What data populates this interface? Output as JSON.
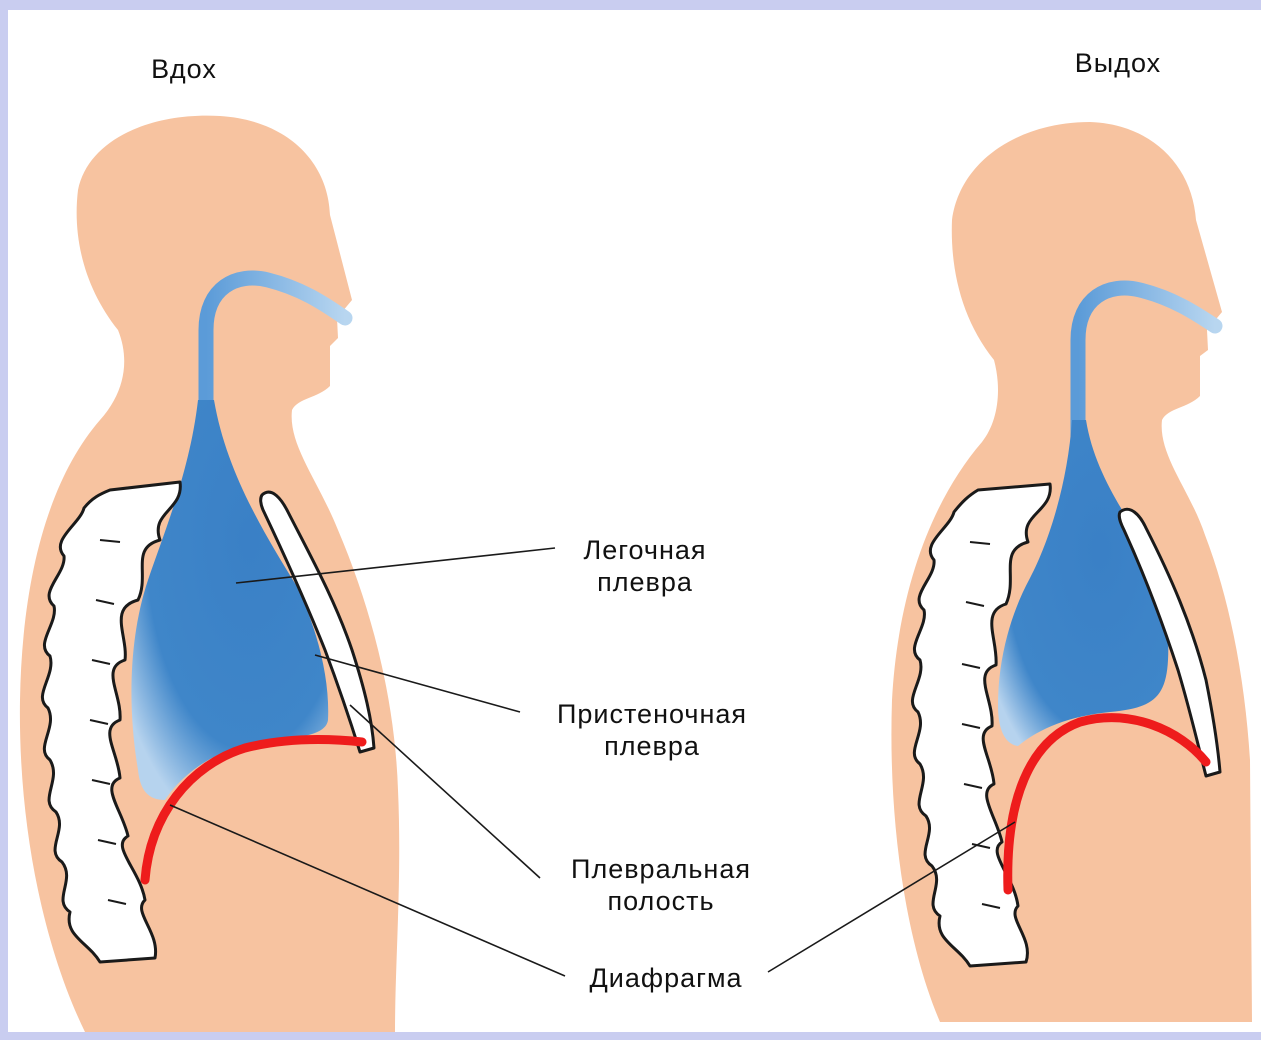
{
  "titles": {
    "inhale": "Вдох",
    "exhale": "Выдох"
  },
  "labels": {
    "pulmonary_pleura_line1": "Легочная",
    "pulmonary_pleura_line2": "плевра",
    "parietal_pleura_line1": "Пристеночная",
    "parietal_pleura_line2": "плевра",
    "pleural_cavity_line1": "Плевральная",
    "pleural_cavity_line2": "полость",
    "diaphragm": "Диафрагма"
  },
  "colors": {
    "skin": "#f7c3a0",
    "lung": "#3f86c9",
    "airway": "#8ebfe8",
    "diaphragm": "#ee1c1c",
    "bone_fill": "#ffffff",
    "bone_stroke": "#1a1a1a",
    "leader": "#1a1a1a",
    "border": "#c9cdf0"
  }
}
